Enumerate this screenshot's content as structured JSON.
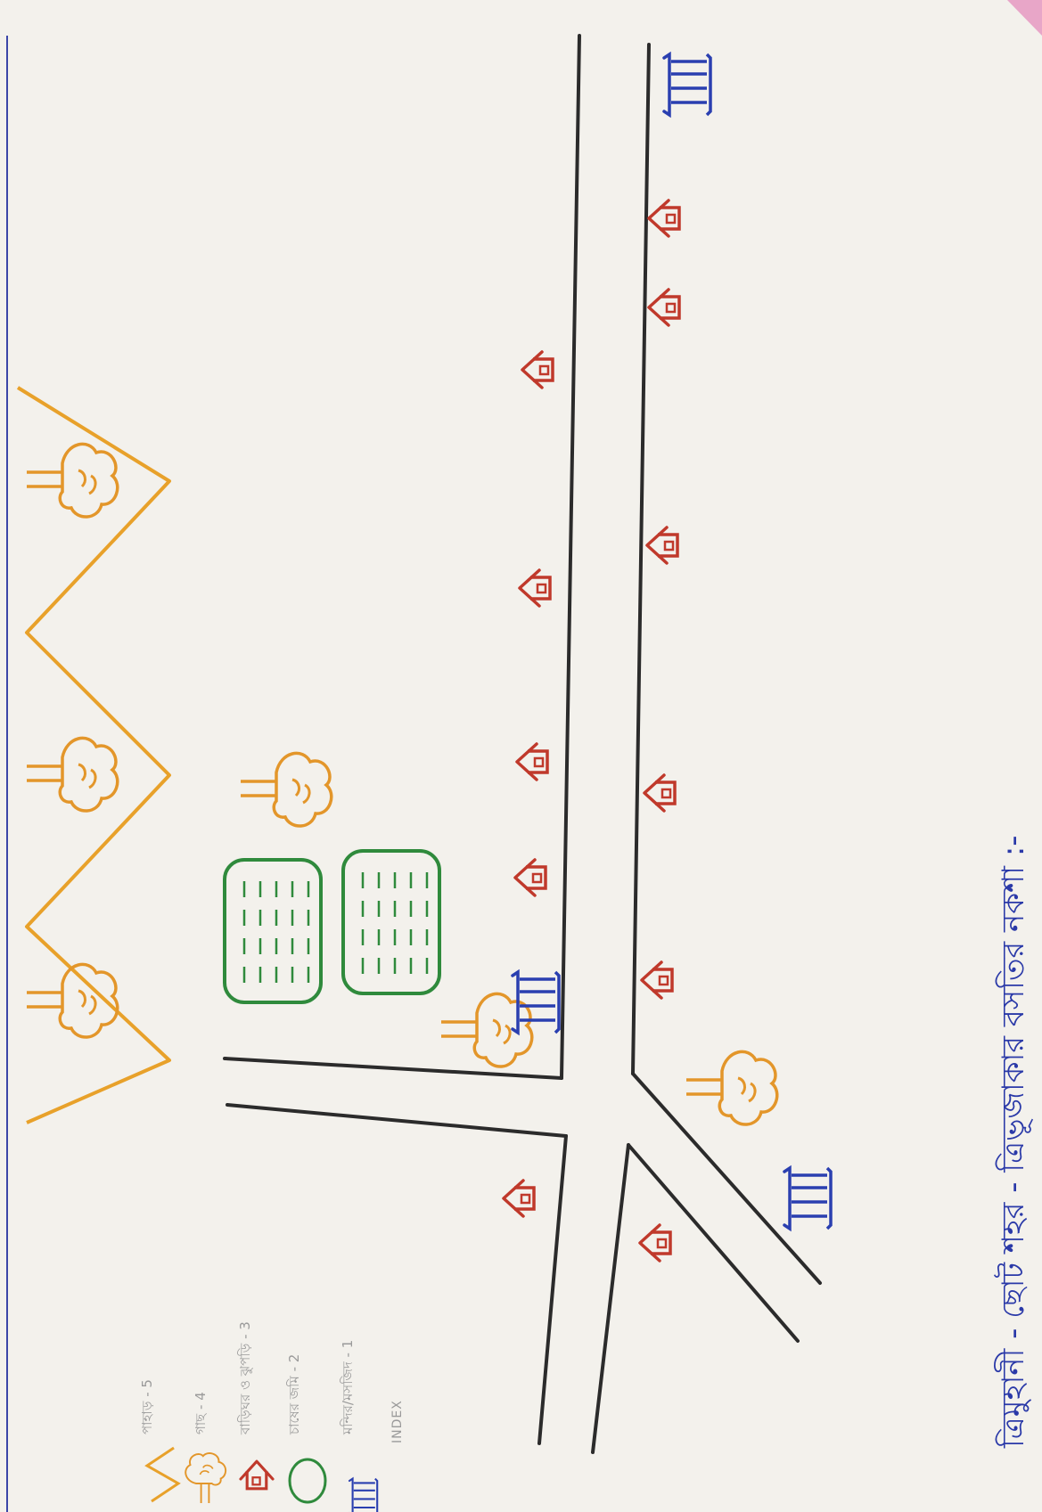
{
  "map": {
    "caption": "ত্রিমুহানী - ছোট শহর - ত্রিভূজাকার বসতির নকশা :-",
    "legend": {
      "heading": "INDEX",
      "items": [
        {
          "icon": "mountain-icon",
          "label": "পাহাড় - 5"
        },
        {
          "icon": "tree-icon",
          "label": "গাছ - 4"
        },
        {
          "icon": "house-icon",
          "label": "বাড়িঘর ও ঝুপড়ি - 3"
        },
        {
          "icon": "field-icon",
          "label": "চাষের জমি - 2"
        },
        {
          "icon": "temple-icon",
          "label": "মন্দির/মসজিদ - 1"
        }
      ]
    },
    "colors": {
      "mountain": "#e8a12a",
      "tree": "#e3962a",
      "house": "#c0392b",
      "field": "#2f8a3c",
      "temple": "#2a3fb0",
      "road": "#2b2b2b",
      "caption": "#2a39a8",
      "border": "#3b46a8"
    }
  }
}
